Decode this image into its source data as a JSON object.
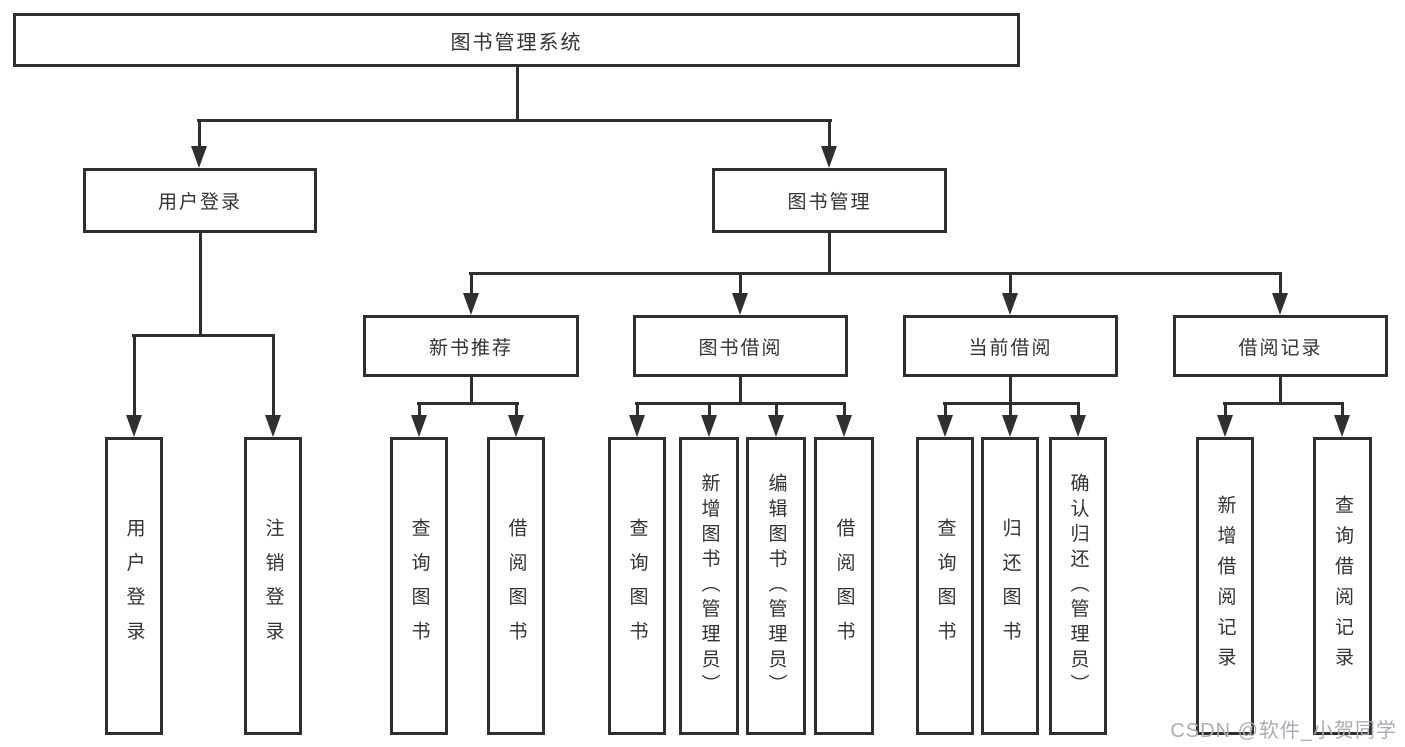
{
  "tree": {
    "root": {
      "label": "图书管理系统"
    },
    "branches": [
      {
        "label": "用户登录",
        "leaves": [
          "用户登录",
          "注销登录"
        ]
      },
      {
        "label": "图书管理",
        "children": [
          {
            "label": "新书推荐",
            "leaves": [
              "查询图书",
              "借阅图书"
            ]
          },
          {
            "label": "图书借阅",
            "leaves": [
              "查询图书",
              "新增图书（管理员）",
              "编辑图书（管理员）",
              "借阅图书"
            ]
          },
          {
            "label": "当前借阅",
            "leaves": [
              "查询图书",
              "归还图书",
              "确认归还（管理员）"
            ]
          },
          {
            "label": "借阅记录",
            "leaves": [
              "新增借阅记录",
              "查询借阅记录"
            ]
          }
        ]
      }
    ]
  },
  "watermark": {
    "text": "CSDN @软件_小贺同学"
  },
  "colors": {
    "line": "#2f2f2f",
    "text": "#333333",
    "watermark_text": "#a9aeb4",
    "background": "#ffffff"
  }
}
